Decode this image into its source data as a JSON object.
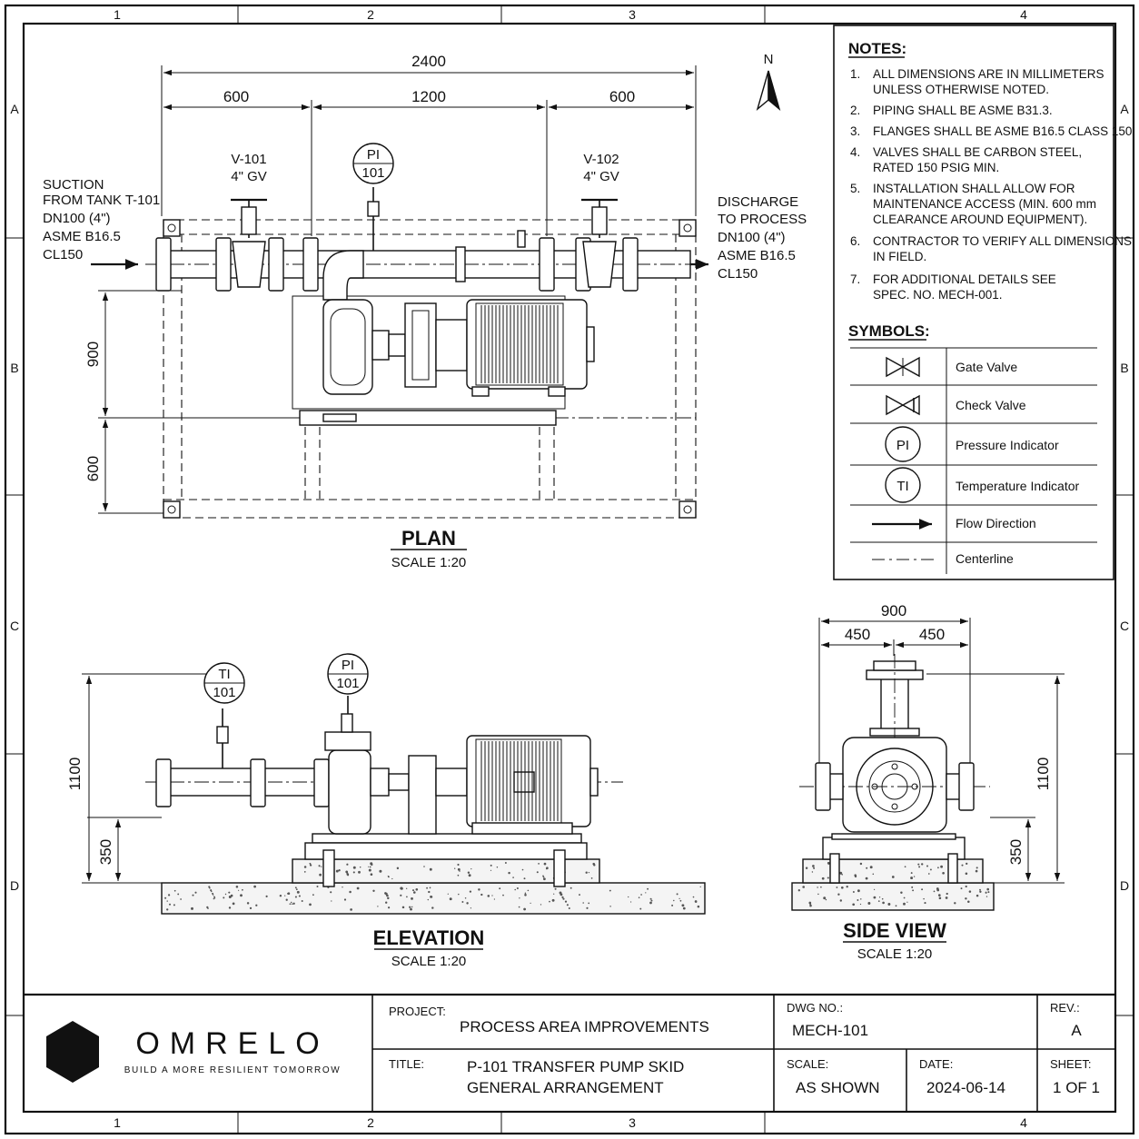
{
  "grid": {
    "columns": [
      "1",
      "2",
      "3",
      "4"
    ],
    "rows": [
      "A",
      "B",
      "C",
      "D"
    ]
  },
  "plan": {
    "title": "PLAN",
    "scale": "SCALE 1:20",
    "dim_overall": "2400",
    "dim_left": "600",
    "dim_middle": "1200",
    "dim_right": "600",
    "dim_side_upper": "900",
    "dim_side_lower": "600",
    "north": "N",
    "valve_left": {
      "tag": "V-101",
      "type": "4\" GV"
    },
    "valve_right": {
      "tag": "V-102",
      "type": "4\" GV"
    },
    "pi_bubble": {
      "line1": "PI",
      "line2": "101"
    },
    "suction_note": [
      "SUCTION",
      "FROM TANK T-101",
      "DN100 (4\")",
      "ASME B16.5",
      "CL150"
    ],
    "discharge_note": [
      "DISCHARGE",
      "TO PROCESS",
      "DN100 (4\")",
      "ASME B16.5",
      "CL150"
    ]
  },
  "elevation": {
    "title": "ELEVATION",
    "scale": "SCALE 1:20",
    "dim_height": "1100",
    "dim_base": "350",
    "ti_bubble": {
      "line1": "TI",
      "line2": "101"
    },
    "pi_bubble": {
      "line1": "PI",
      "line2": "101"
    }
  },
  "side_view": {
    "title": "SIDE VIEW",
    "scale": "SCALE 1:20",
    "dim_width": "900",
    "dim_left": "450",
    "dim_right": "450",
    "dim_height": "1100",
    "dim_base": "350"
  },
  "notes": {
    "heading": "NOTES:",
    "items": [
      {
        "num": "1.",
        "lines": [
          "ALL DIMENSIONS ARE IN MILLIMETERS",
          "UNLESS OTHERWISE NOTED."
        ]
      },
      {
        "num": "2.",
        "lines": [
          "PIPING SHALL BE ASME B31.3."
        ]
      },
      {
        "num": "3.",
        "lines": [
          "FLANGES SHALL BE ASME B16.5 CLASS 150."
        ]
      },
      {
        "num": "4.",
        "lines": [
          "VALVES SHALL BE CARBON STEEL,",
          "RATED 150 PSIG MIN."
        ]
      },
      {
        "num": "5.",
        "lines": [
          "INSTALLATION SHALL ALLOW FOR",
          "MAINTENANCE ACCESS (MIN. 600 mm",
          "CLEARANCE AROUND EQUIPMENT)."
        ]
      },
      {
        "num": "6.",
        "lines": [
          "CONTRACTOR TO VERIFY ALL DIMENSIONS",
          "IN FIELD."
        ]
      },
      {
        "num": "7.",
        "lines": [
          "FOR ADDITIONAL DETAILS SEE",
          "SPEC. NO. MECH-001."
        ]
      }
    ]
  },
  "symbols": {
    "heading": "SYMBOLS:",
    "items": [
      {
        "icon": "gate-valve-icon",
        "label": "Gate Valve"
      },
      {
        "icon": "check-valve-icon",
        "label": "Check Valve"
      },
      {
        "icon": "pressure-indicator-icon",
        "glyph": "PI",
        "label": "Pressure Indicator"
      },
      {
        "icon": "temperature-indicator-icon",
        "glyph": "TI",
        "label": "Temperature Indicator"
      },
      {
        "icon": "flow-arrow-icon",
        "label": "Flow Direction"
      },
      {
        "icon": "centerline-icon",
        "label": "Centerline"
      }
    ]
  },
  "title_block": {
    "company": "OMRELO",
    "tagline": "BUILD A MORE RESILIENT TOMORROW",
    "project_label": "PROJECT:",
    "project_value": "PROCESS AREA IMPROVEMENTS",
    "title_label": "TITLE:",
    "title_value": [
      "P-101 TRANSFER PUMP SKID",
      "GENERAL ARRANGEMENT"
    ],
    "dwg_label": "DWG NO.:",
    "dwg_value": "MECH-101",
    "rev_label": "REV.:",
    "rev_value": "A",
    "scale_label": "SCALE:",
    "scale_value": "AS SHOWN",
    "date_label": "DATE:",
    "date_value": "2024-06-14",
    "sheet_label": "SHEET:",
    "sheet_value": "1 OF 1"
  }
}
